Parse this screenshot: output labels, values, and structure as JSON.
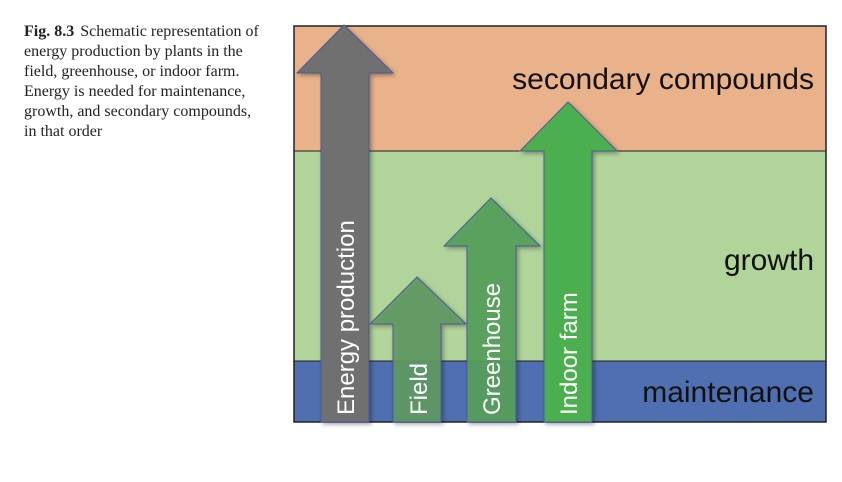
{
  "caption": {
    "label": "Fig. 8.3",
    "text": "Schematic representation of energy production by plants in the field, greenhouse, or indoor farm. Energy is needed for maintenance, growth, and secondary compounds, in that order"
  },
  "bands": {
    "secondary": {
      "label": "secondary compounds",
      "color": "#e9b28a"
    },
    "growth": {
      "label": "growth",
      "color": "#b0d49a"
    },
    "maintenance": {
      "label": "maintenance",
      "color": "#4f6fb0"
    }
  },
  "arrows": {
    "energy": {
      "label": "Energy production",
      "color": "#6f6f6f"
    },
    "field": {
      "label": "Field",
      "color": "#5f9a63"
    },
    "greenhouse": {
      "label": "Greenhouse",
      "color": "#57a05b"
    },
    "indoor": {
      "label": "Indoor farm",
      "color": "#4caf50"
    }
  }
}
